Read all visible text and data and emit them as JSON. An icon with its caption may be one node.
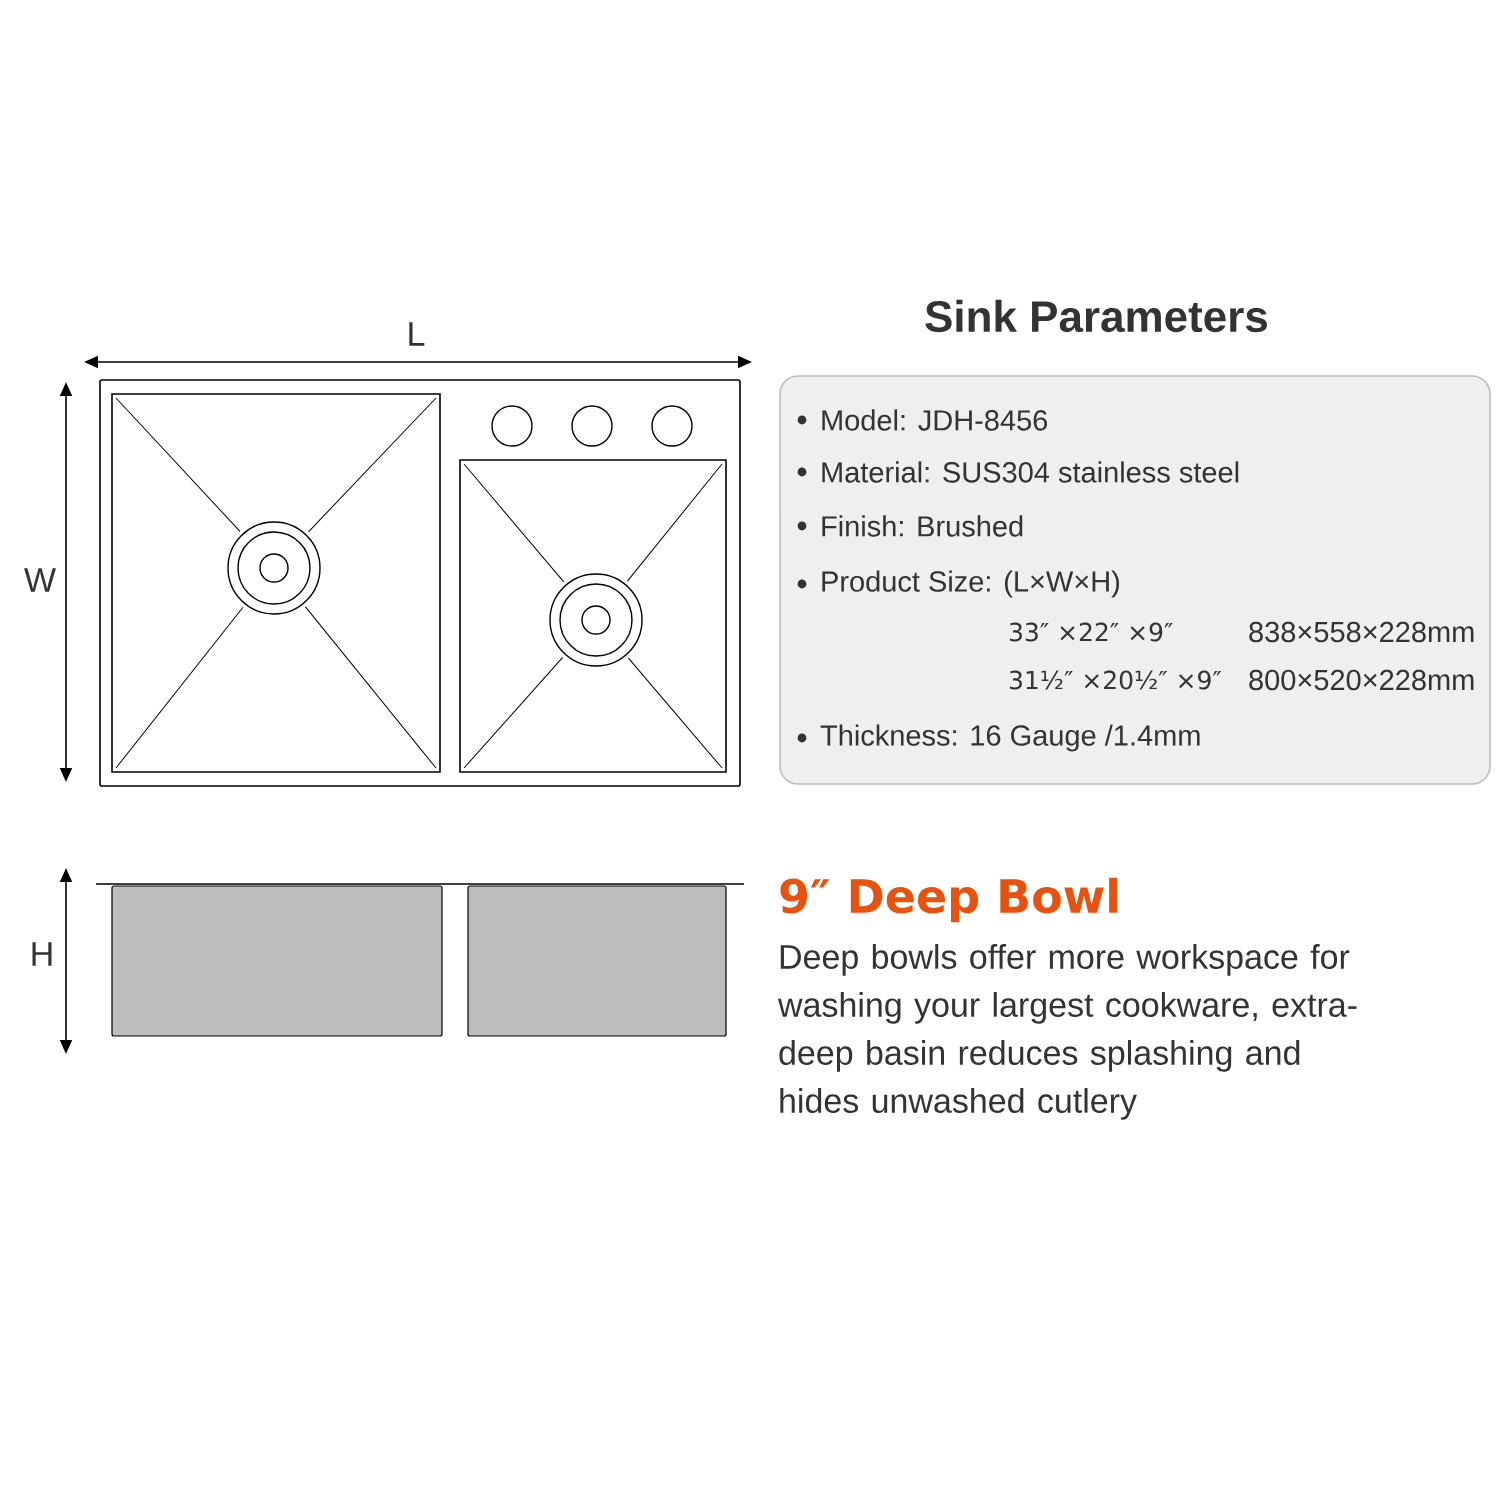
{
  "diagram": {
    "nodes": [
      {
        "text": [
          "Sink Parameters",
          "Model: JDH-8456",
          "Material: SUS304 stainless steel",
          "Finish: Brushed",
          "Product Size: (L×W×H)",
          "33″ ×22″ ×9″",
          "838×558×228mm",
          "31½″ ×20½″ ×9″",
          "800×520×228mm",
          "Thickness: 16 Gauge /1.4mm"
        ]
      }
    ],
    "labels": [
      "L",
      "W",
      "H",
      "9″ Deep Bowl",
      "Deep bowls offer more workspace for washing your largest cookware, extra-deep basin reduces splashing and hides unwashed cutlery"
    ]
  }
}
